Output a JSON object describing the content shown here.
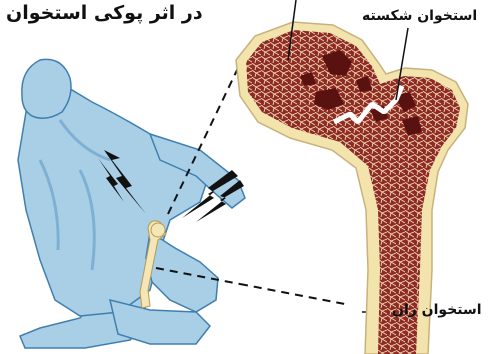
{
  "title": "در اثر پوکی استخوان",
  "labels": {
    "broken_bone": "استخوان شکسته",
    "femur": "استخوان ران"
  },
  "colors": {
    "body_fill": "#a9cfe6",
    "body_shade": "#7fb0d3",
    "body_outline": "#3f7fb0",
    "bone_outer": "#f3e3ad",
    "marrow": "#8e2b26",
    "marrow_dark": "#5a1210",
    "mesh": "#f2d9b0",
    "lightning": "#111111",
    "femur_in_body": "#f5e6b8"
  },
  "icons": [
    "lightning-bolt-icon",
    "lightning-bolt-icon"
  ]
}
